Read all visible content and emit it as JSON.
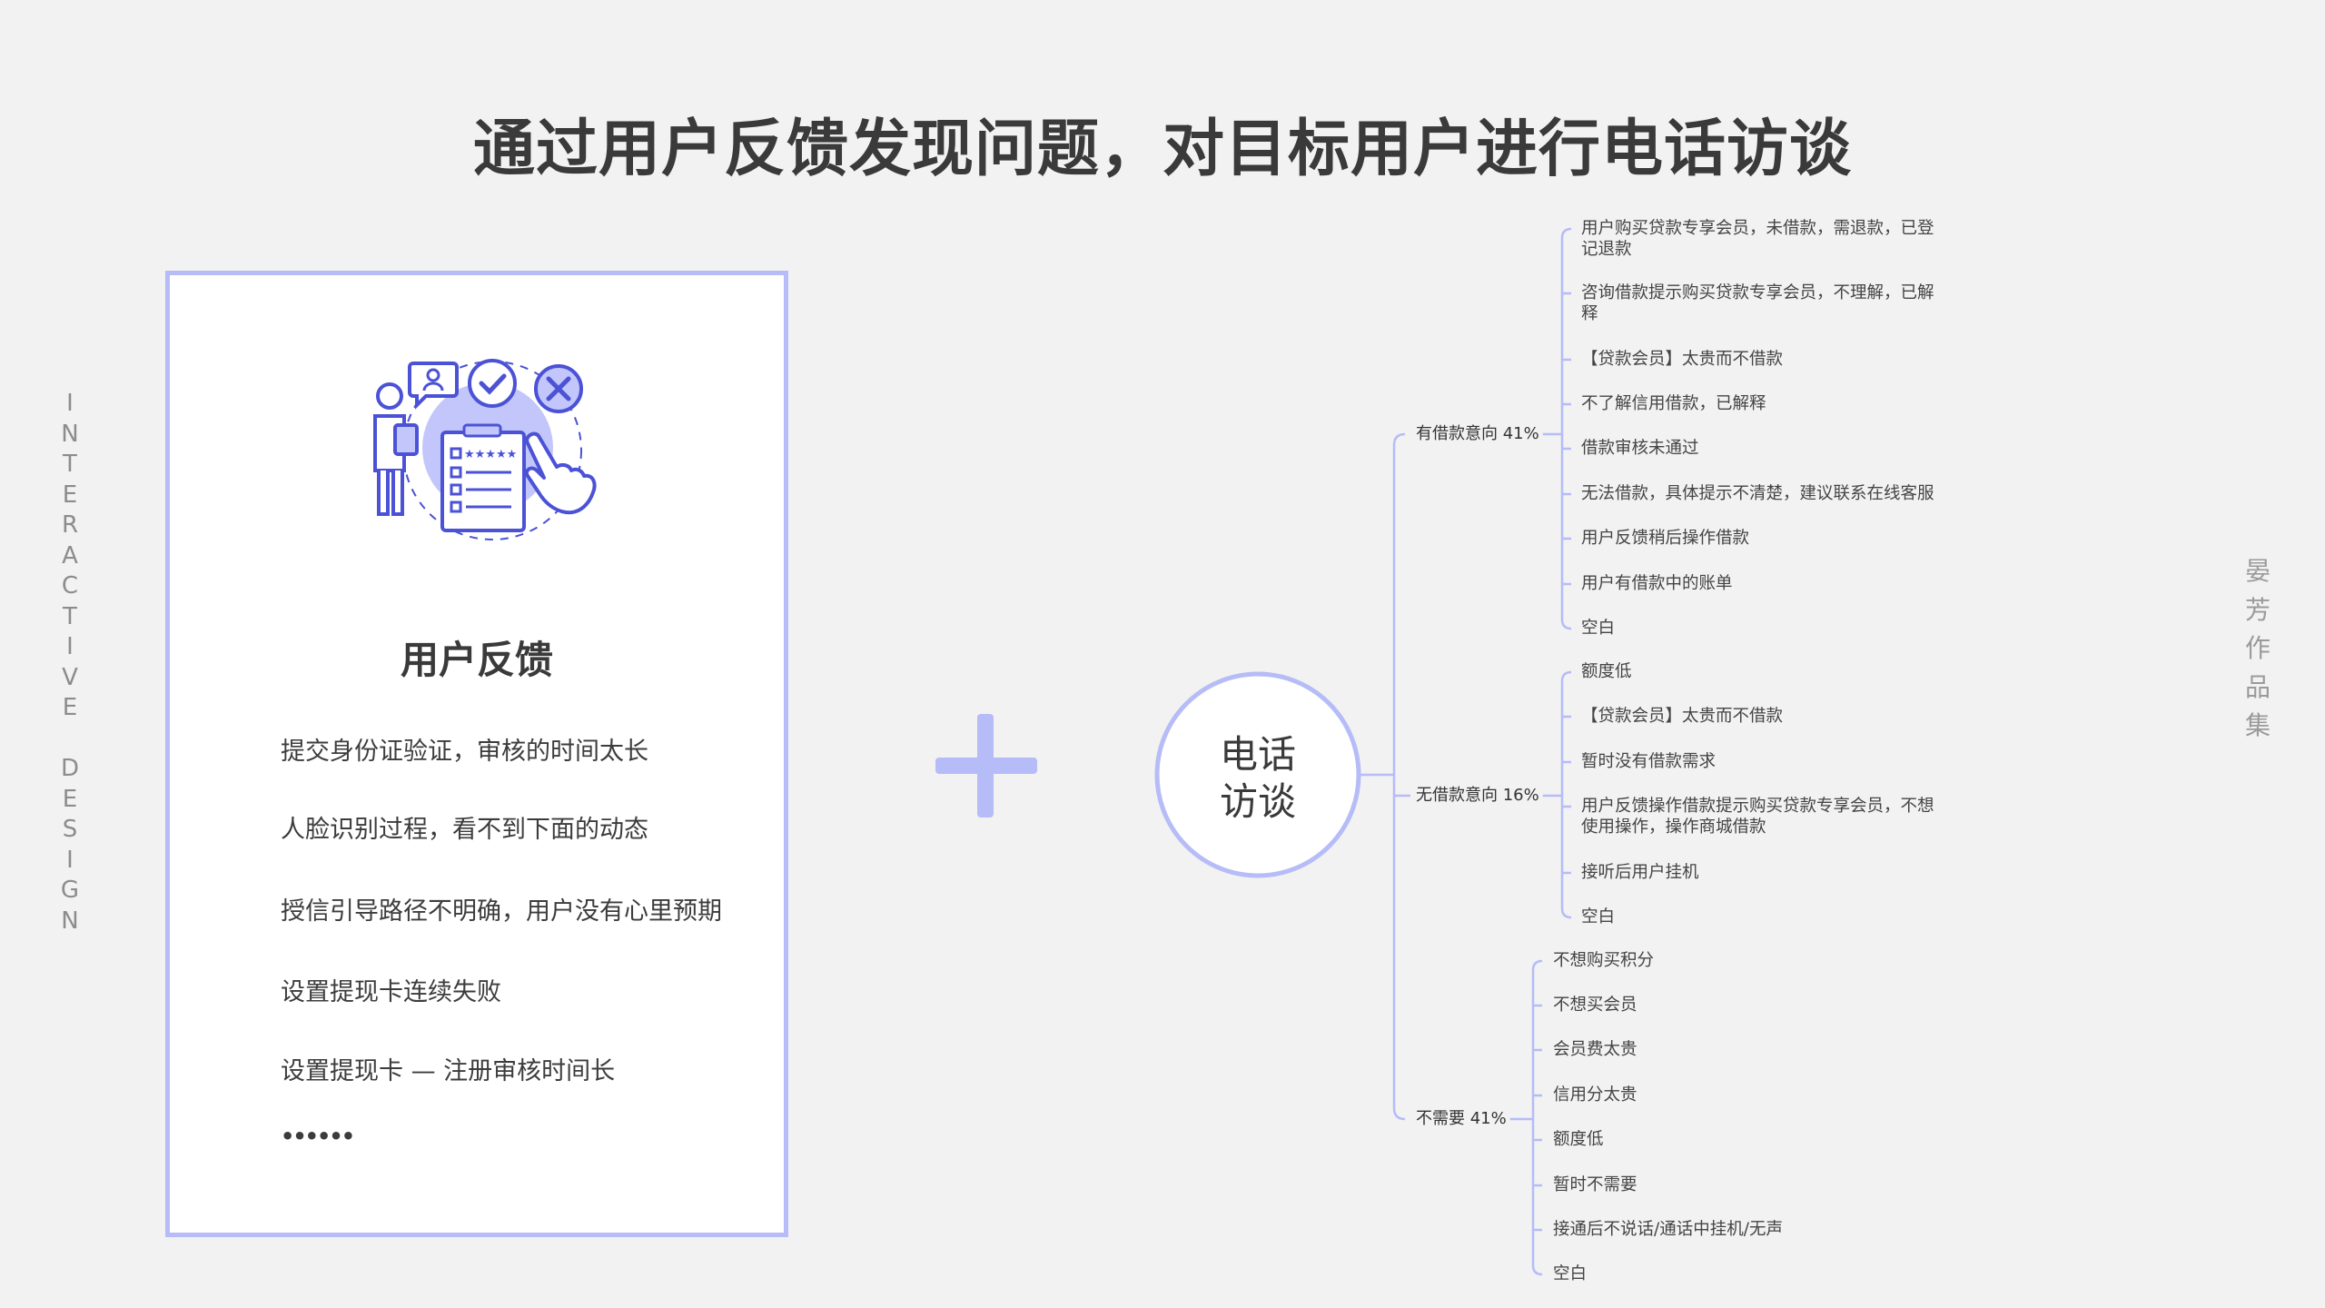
{
  "title": "通过用户反馈发现问题，对目标用户进行电话访谈",
  "side_vertical": "INTERACTIVE DESIGN",
  "author": "晏芳作品集",
  "feedback_card": {
    "title": "用户反馈",
    "items": [
      "提交身份证验证，审核的时间太长",
      "人脸识别过程，看不到下面的动态",
      "授信引导路径不明确，用户没有心里预期",
      "设置提现卡连续失败",
      "设置提现卡 — 注册审核时间长",
      "••••••"
    ]
  },
  "plus_symbol": "+",
  "mindmap": {
    "center": [
      "电话",
      "访谈"
    ],
    "branches": [
      {
        "label": "有借款意向 41%",
        "leaves": [
          "用户购买贷款专享会员，未借款，需退款，已登记退款",
          "咨询借款提示购买贷款专享会员，不理解，已解释",
          "【贷款会员】太贵而不借款",
          "不了解信用借款，已解释",
          "借款审核未通过",
          "无法借款，具体提示不清楚，建议联系在线客服",
          "用户反馈稍后操作借款",
          "用户有借款中的账单",
          "空白"
        ]
      },
      {
        "label": "无借款意向 16%",
        "leaves": [
          "额度低",
          "【贷款会员】太贵而不借款",
          "暂时没有借款需求",
          "用户反馈操作借款提示购买贷款专享会员，不想使用操作，操作商城借款",
          "接听后用户挂机",
          "空白"
        ]
      },
      {
        "label": "不需要  41%",
        "leaves": [
          "不想购买积分",
          "不想买会员",
          "会员费太贵",
          "信用分太贵",
          "额度低",
          "暂时不需要",
          "接通后不说话/通话中挂机/无声",
          "空白"
        ]
      }
    ]
  },
  "colors": {
    "accent": "#b6bcf7",
    "line": "#b6bcf7",
    "illustration_fill": "#c2c6fb",
    "illustration_stroke": "#4b52d6",
    "background": "#f2f2f2"
  }
}
